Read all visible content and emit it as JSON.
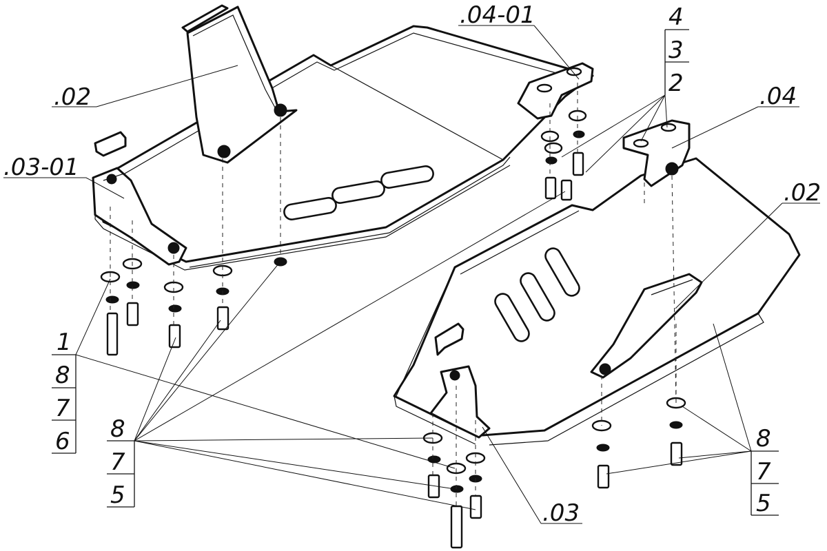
{
  "labels": {
    "left_top_part": ".02",
    "left_corner_bracket": ".03-01",
    "right_top_bracket": ".04-01",
    "right_bracket": ".04",
    "right_part": ".02",
    "bottom_part": ".03"
  },
  "stack_top_right": [
    "4",
    "3",
    "2"
  ],
  "stack_left": [
    "1",
    "8",
    "7",
    "6"
  ],
  "stack_center": [
    "8",
    "7",
    "5"
  ],
  "stack_right": [
    "8",
    "7",
    "5"
  ]
}
